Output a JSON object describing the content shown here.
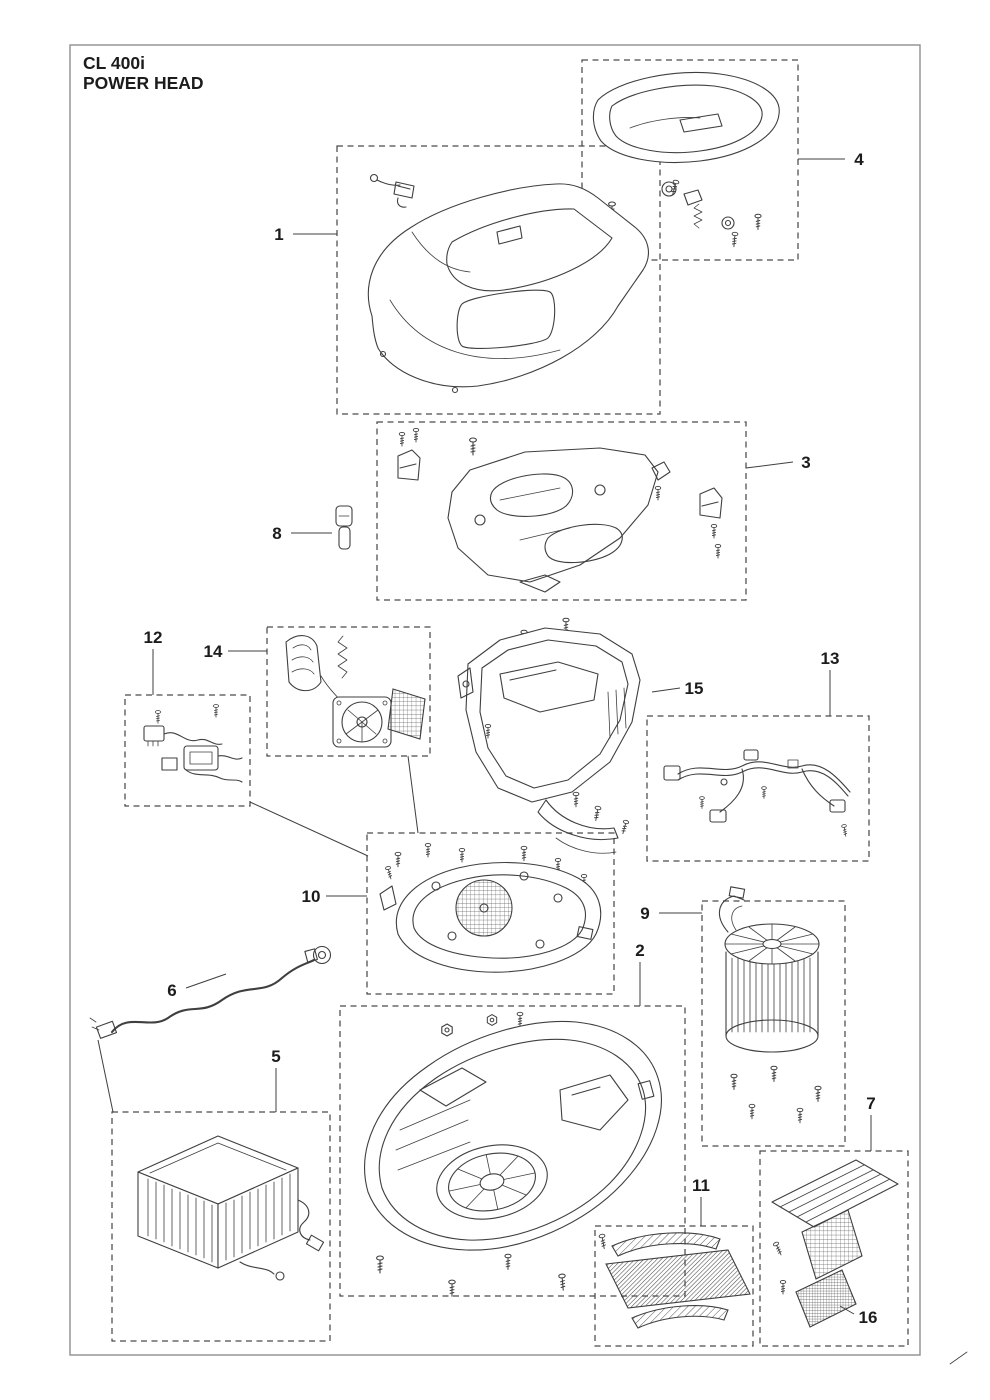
{
  "page": {
    "title_line1": "CL 400i",
    "title_line2": "POWER HEAD"
  },
  "colors": {
    "background": "#ffffff",
    "line": "#3f3f3f",
    "dashed": "#4a4a4a",
    "label": "#1c1c1c",
    "border": "#8f8f8f"
  },
  "callouts": [
    {
      "label": "1",
      "part": "top-cover"
    },
    {
      "label": "2",
      "part": "chassis-lower"
    },
    {
      "label": "3",
      "part": "frame-plate"
    },
    {
      "label": "4",
      "part": "cover-lid"
    },
    {
      "label": "5",
      "part": "battery-charger"
    },
    {
      "label": "6",
      "part": "charging-cable"
    },
    {
      "label": "7",
      "part": "side-grille"
    },
    {
      "label": "8",
      "part": "handle-clip"
    },
    {
      "label": "9",
      "part": "motor"
    },
    {
      "label": "10",
      "part": "motor-deck"
    },
    {
      "label": "11",
      "part": "filter-kit"
    },
    {
      "label": "12",
      "part": "switch-wiring"
    },
    {
      "label": "13",
      "part": "wire-harness"
    },
    {
      "label": "14",
      "part": "fan-assembly"
    },
    {
      "label": "15",
      "part": "chassis-upper"
    },
    {
      "label": "16",
      "part": "mesh-screen"
    }
  ]
}
